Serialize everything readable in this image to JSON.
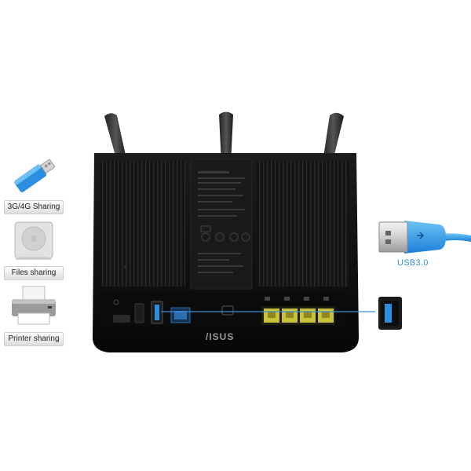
{
  "features": [
    {
      "label": "3G/4G Sharing",
      "icon": "usb-flash-drive-icon"
    },
    {
      "label": "Files sharing",
      "icon": "hard-drive-icon"
    },
    {
      "label": "Printer sharing",
      "icon": "printer-icon"
    }
  ],
  "usb_cable_label": "USB3.0",
  "brand": "/ISUS",
  "colors": {
    "router_body": "#111111",
    "usb_blue": "#2a8fe0",
    "lan_port": "#c9c13a",
    "connector_line": "#3a8fd6"
  }
}
